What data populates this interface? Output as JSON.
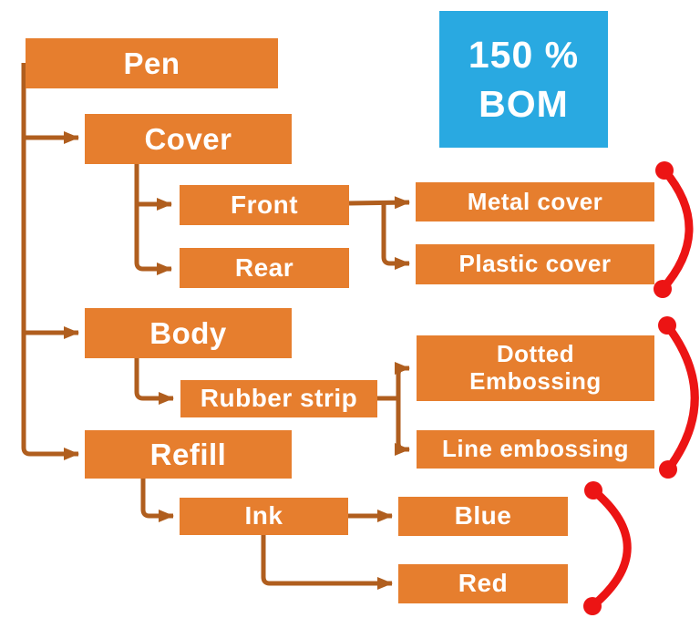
{
  "badge": {
    "line1": "150 %",
    "line2": "BOM"
  },
  "nodes": {
    "pen": {
      "label": "Pen",
      "level": 0
    },
    "cover": {
      "label": "Cover",
      "level": 1,
      "parent": "Pen"
    },
    "front": {
      "label": "Front",
      "level": 2,
      "parent": "Cover"
    },
    "rear": {
      "label": "Rear",
      "level": 2,
      "parent": "Cover"
    },
    "metal_cover": {
      "label": "Metal cover",
      "level": 3,
      "parent": "Front"
    },
    "plastic_cover": {
      "label": "Plastic cover",
      "level": 3,
      "parent": "Front"
    },
    "body": {
      "label": "Body",
      "level": 1,
      "parent": "Pen"
    },
    "rubber_strip": {
      "label": "Rubber strip",
      "level": 2,
      "parent": "Body"
    },
    "dotted_embossing": {
      "label": "Dotted Embossing",
      "level": 3,
      "parent": "Rubber strip"
    },
    "line_embossing": {
      "label": "Line embossing",
      "level": 3,
      "parent": "Rubber strip"
    },
    "refill": {
      "label": "Refill",
      "level": 1,
      "parent": "Pen"
    },
    "ink": {
      "label": "Ink",
      "level": 2,
      "parent": "Refill"
    },
    "blue": {
      "label": "Blue",
      "level": 3,
      "parent": "Ink"
    },
    "red": {
      "label": "Red",
      "level": 3,
      "parent": "Ink"
    }
  },
  "alternative_groups": [
    {
      "members": [
        "Metal cover",
        "Plastic cover"
      ]
    },
    {
      "members": [
        "Dotted Embossing",
        "Line embossing"
      ]
    },
    {
      "members": [
        "Blue",
        "Red"
      ]
    }
  ],
  "colors": {
    "node_fill": "#e67e2e",
    "connector": "#b05e1e",
    "badge_fill": "#29a9e1",
    "bracket": "#ec1414",
    "node_text": "#ffffff"
  }
}
